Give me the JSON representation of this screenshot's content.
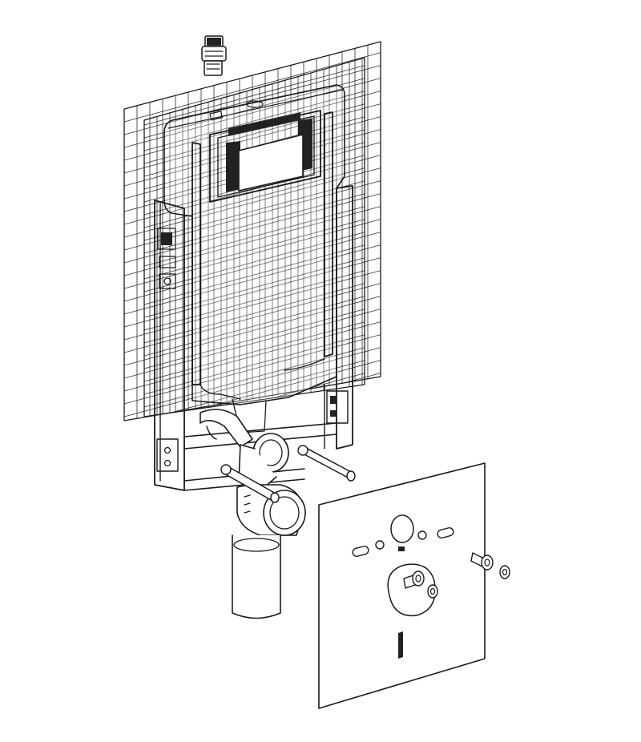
{
  "figure": {
    "kind": "exploded assembly line drawing",
    "colors": {
      "line": "#1a1a1a",
      "background": "#ffffff",
      "fill_dark": "#222222"
    },
    "components": [
      "valve-connector",
      "grid-mesh-panel",
      "cistern-frame",
      "flush-plate-cutout",
      "drain-bend",
      "drain-pipe",
      "mounting-rods",
      "sound-insulation-pad",
      "bolt-with-washer-left",
      "bolt-with-washer-right"
    ]
  }
}
